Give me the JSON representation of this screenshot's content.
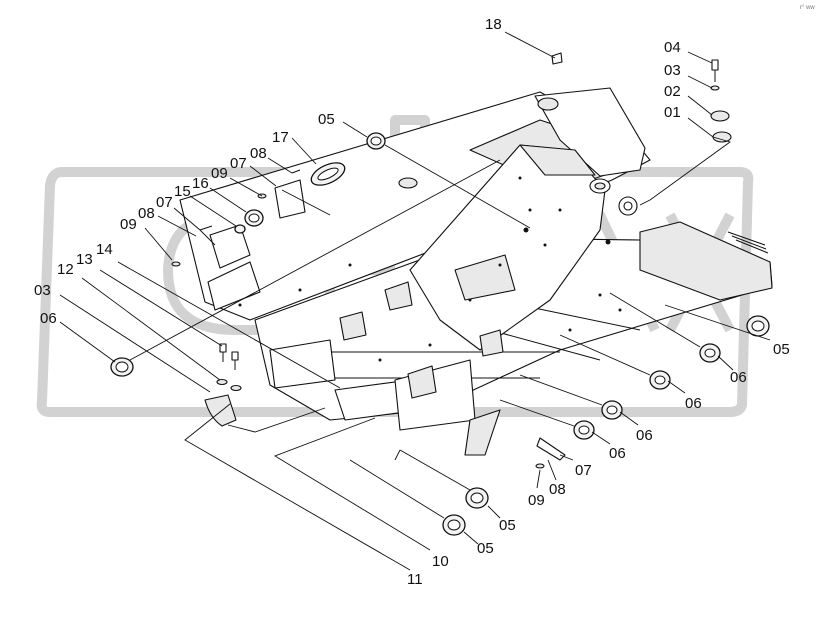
{
  "corner_mark": "r° ww",
  "callouts": [
    {
      "id": "c18",
      "label": "18"
    },
    {
      "id": "c04",
      "label": "04"
    },
    {
      "id": "c03a",
      "label": "03"
    },
    {
      "id": "c02",
      "label": "02"
    },
    {
      "id": "c01",
      "label": "01"
    },
    {
      "id": "c05a",
      "label": "05"
    },
    {
      "id": "c17",
      "label": "17"
    },
    {
      "id": "c08a",
      "label": "08"
    },
    {
      "id": "c07a",
      "label": "07"
    },
    {
      "id": "c09a",
      "label": "09"
    },
    {
      "id": "c16",
      "label": "16"
    },
    {
      "id": "c15",
      "label": "15"
    },
    {
      "id": "c07b",
      "label": "07"
    },
    {
      "id": "c08b",
      "label": "08"
    },
    {
      "id": "c09b",
      "label": "09"
    },
    {
      "id": "c14",
      "label": "14"
    },
    {
      "id": "c13",
      "label": "13"
    },
    {
      "id": "c12",
      "label": "12"
    },
    {
      "id": "c03b",
      "label": "03"
    },
    {
      "id": "c06a",
      "label": "06"
    },
    {
      "id": "c05b",
      "label": "05"
    },
    {
      "id": "c06b",
      "label": "06"
    },
    {
      "id": "c06c",
      "label": "06"
    },
    {
      "id": "c06d",
      "label": "06"
    },
    {
      "id": "c06e",
      "label": "06"
    },
    {
      "id": "c07c",
      "label": "07"
    },
    {
      "id": "c09c",
      "label": "09"
    },
    {
      "id": "c08c",
      "label": "08"
    },
    {
      "id": "c05c",
      "label": "05"
    },
    {
      "id": "c05d",
      "label": "05"
    },
    {
      "id": "c10",
      "label": "10"
    },
    {
      "id": "c11",
      "label": "11"
    }
  ]
}
